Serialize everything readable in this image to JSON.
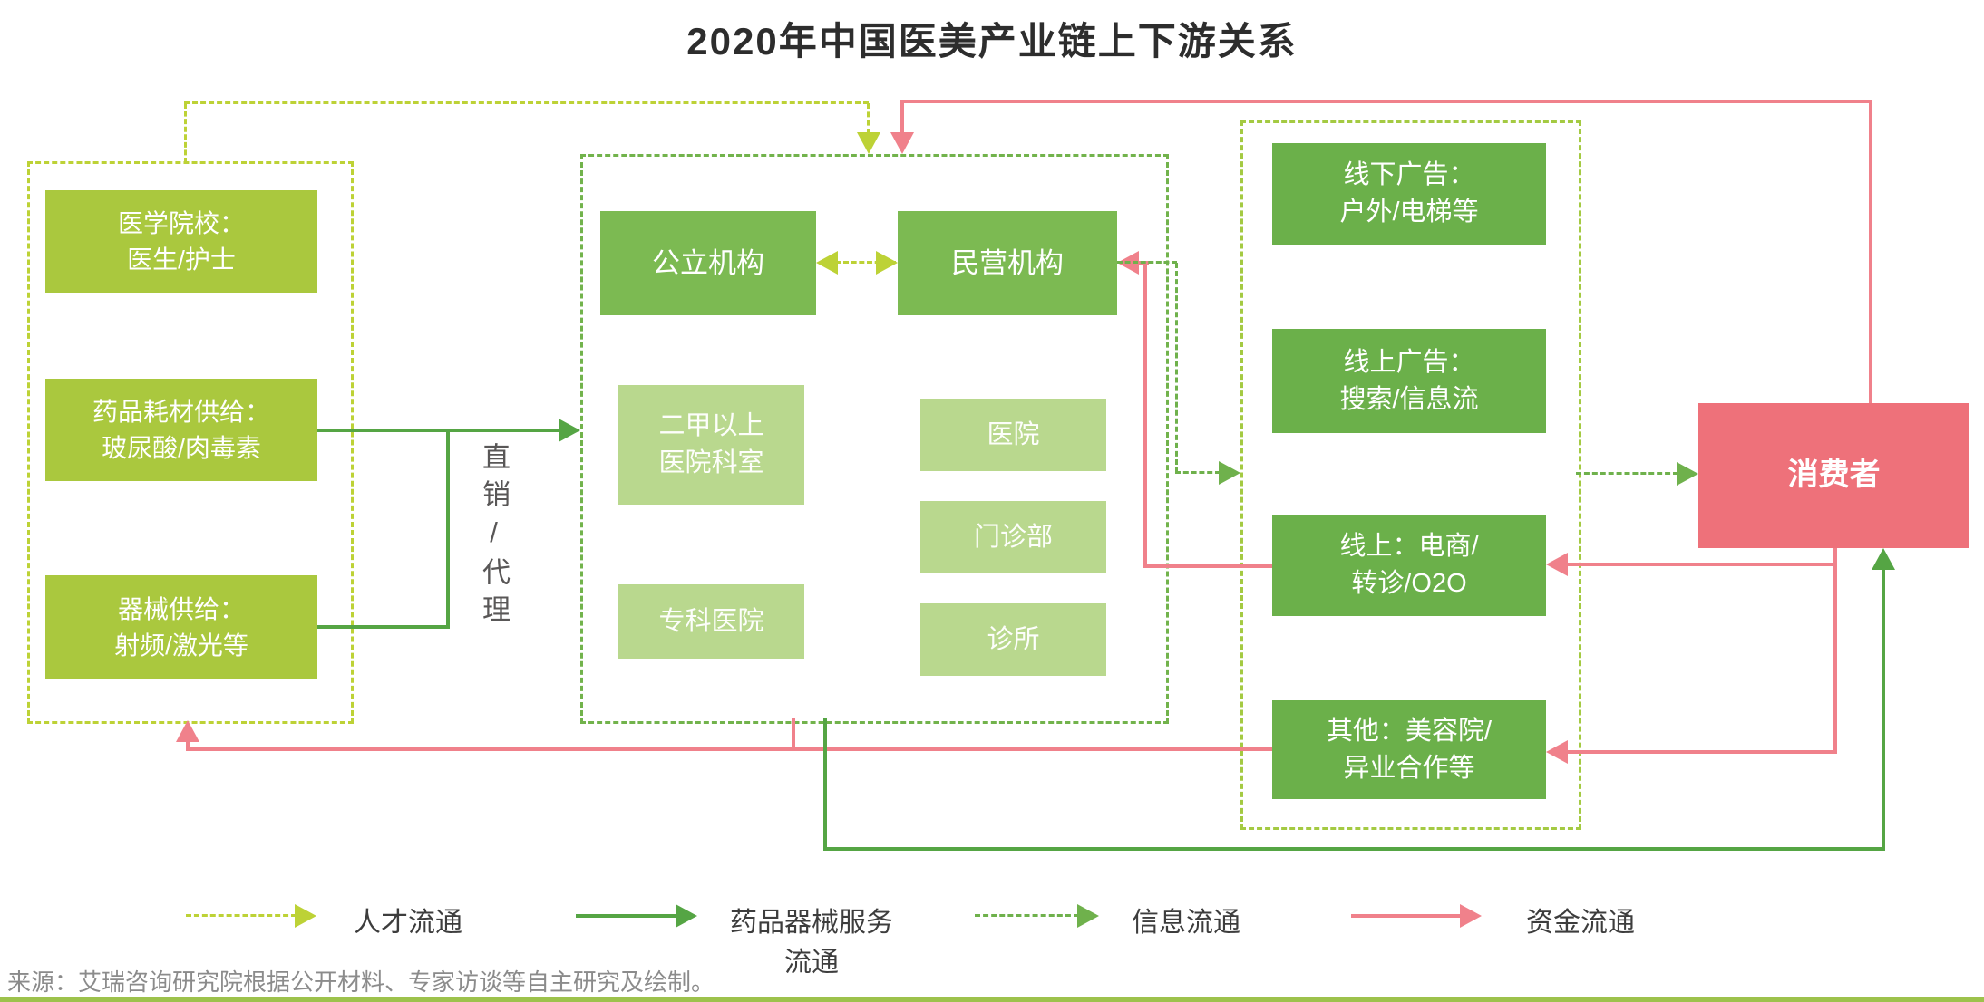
{
  "title": "2020年中国医美产业链上下游关系",
  "upstream": {
    "boxes": [
      {
        "line1": "医学院校：",
        "line2": "医生/护士"
      },
      {
        "line1": "药品耗材供给：",
        "line2": "玻尿酸/肉毒素"
      },
      {
        "line1": "器械供给：",
        "line2": "射频/激光等"
      }
    ]
  },
  "channel": {
    "label": "直销/代理"
  },
  "middle": {
    "public": "公立机构",
    "private": "民营机构",
    "public_sub": [
      {
        "line1": "二甲以上",
        "line2": "医院科室"
      },
      {
        "line1": "专科医院"
      }
    ],
    "private_sub": [
      "医院",
      "门诊部",
      "诊所"
    ]
  },
  "marketing": {
    "boxes": [
      {
        "line1": "线下广告：",
        "line2": "户外/电梯等"
      },
      {
        "line1": "线上广告：",
        "line2": "搜索/信息流"
      },
      {
        "line1": "线上：电商/",
        "line2": "转诊/O2O"
      },
      {
        "line1": "其他：美容院/",
        "line2": "异业合作等"
      }
    ]
  },
  "consumer": {
    "label": "消费者"
  },
  "legend": {
    "items": [
      {
        "label": "人才流通",
        "style": "dashed",
        "color": "#bdd236"
      },
      {
        "label_line1": "药品器械服务",
        "label_line2": "流通",
        "style": "solid",
        "color": "#55a544"
      },
      {
        "label": "信息流通",
        "style": "dashed",
        "color": "#6fb14c"
      },
      {
        "label": "资金流通",
        "style": "solid",
        "color": "#f0818b"
      }
    ]
  },
  "source": {
    "text": "来源：艾瑞咨询研究院根据公开材料、专家访谈等自主研究及绘制。"
  },
  "colors": {
    "upstream_box": "#aac83e",
    "institution_box": "#7cba52",
    "institution_sub_box": "#b9d88e",
    "marketing_box": "#6bb04a",
    "consumer_box": "#ee717a",
    "talent_flow": "#bdd236",
    "goods_flow": "#55a544",
    "info_flow": "#6fb14c",
    "money_flow": "#f0818b",
    "upstream_border": "#bdd236",
    "middle_border": "#72b34c",
    "marketing_border": "#a4ca42"
  }
}
